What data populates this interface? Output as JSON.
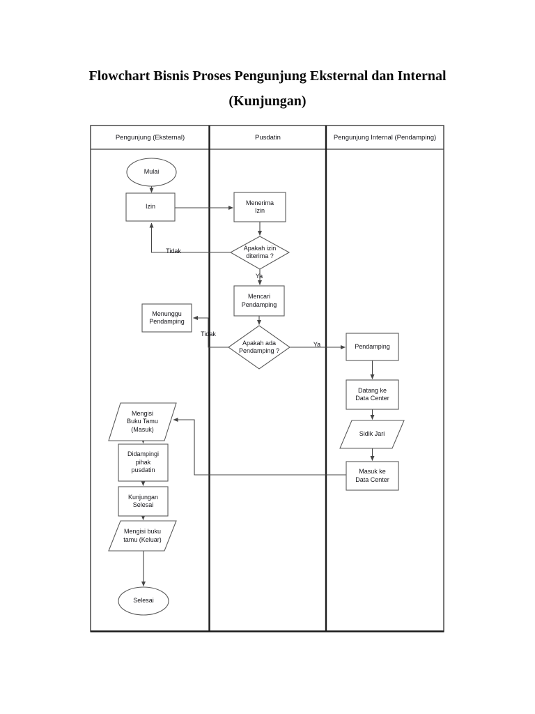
{
  "title": {
    "text": "Flowchart Bisnis Proses Pengunjung Eksternal dan Internal\n(Kunjungan)"
  },
  "lanes": [
    {
      "label": "Pengunjung (Eksternal)"
    },
    {
      "label": "Pusdatin"
    },
    {
      "label": "Pengunjung Internal (Pendamping)"
    }
  ],
  "nodes": {
    "mulai": {
      "type": "terminator",
      "label": "Mulai"
    },
    "izin": {
      "type": "process",
      "label": "Izin"
    },
    "menerima_izin": {
      "type": "process",
      "label": "Menerima\nIzin"
    },
    "apakah_izin_diterima": {
      "type": "decision",
      "label": "Apakah izin\nditerima ?"
    },
    "mencari_pendamping": {
      "type": "process",
      "label": "Mencari\nPendamping"
    },
    "menunggu_pendamping": {
      "type": "process",
      "label": "Menunggu\nPendamping"
    },
    "apakah_ada_pendamping": {
      "type": "decision",
      "label": "Apakah ada\nPendamping ?"
    },
    "pendamping": {
      "type": "process",
      "label": "Pendamping"
    },
    "datang_ke_data_center": {
      "type": "process",
      "label": "Datang ke\nData Center"
    },
    "sidik_jari": {
      "type": "input-output",
      "label": "Sidik Jari"
    },
    "masuk_ke_data_center": {
      "type": "process",
      "label": "Masuk ke\nData Center"
    },
    "mengisi_buku_tamu_masuk": {
      "type": "input-output",
      "label": "Mengisi\nBuku Tamu\n(Masuk)"
    },
    "didampingi_pihak_pusdatin": {
      "type": "process",
      "label": "Didampingi\npihak\npusdatin"
    },
    "kunjungan_selesai": {
      "type": "process",
      "label": "Kunjungan\nSelesai"
    },
    "mengisi_buku_tamu_keluar": {
      "type": "input-output",
      "label": "Mengisi buku\ntamu (Keluar)"
    },
    "selesai": {
      "type": "terminator",
      "label": "Selesai"
    }
  },
  "edge_labels": {
    "izin_diterima_tidak": "Tidak",
    "izin_diterima_ya": "Ya",
    "ada_pendamping_tidak": "Tidak",
    "ada_pendamping_ya": "Ya"
  },
  "colors": {
    "line": "#454545",
    "frame": "#3c3c3c",
    "divider": "#1c1c1c",
    "shape-border": "#5a5a5a",
    "text": "#15151a",
    "background": "#ffffff"
  }
}
